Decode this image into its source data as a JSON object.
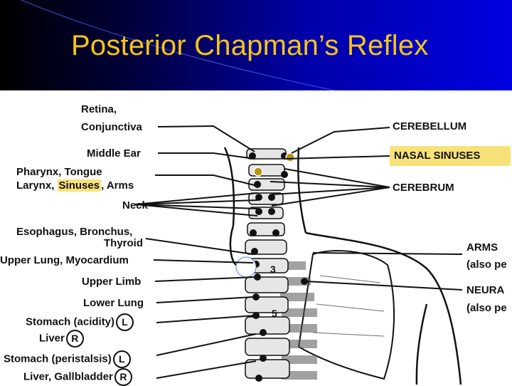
{
  "slide": {
    "title": "Posterior Chapman’s Reflex"
  },
  "colors": {
    "title_text": "#f5c518",
    "title_bg": "#0000c8",
    "highlight": "#f7e27a",
    "point_marker": "#b8960c"
  },
  "labels_left": {
    "retina": "Retina,",
    "conjunctiva": "Conjunctiva",
    "middle_ear": "Middle Ear",
    "pharynx_tongue": "Pharynx, Tongue",
    "larynx": "Larynx,",
    "sinuses": "Sinuses",
    "arms": ", Arms",
    "neck": "Neck",
    "esophagus_bronchus": "Esophagus, Bronchus,",
    "thyroid": "Thyroid",
    "upper_lung_myocardium": "Upper Lung, Myocardium",
    "upper_limb": "Upper Limb",
    "lower_lung": "Lower Lung",
    "stomach_acidity": "Stomach (acidity)",
    "liver": "Liver",
    "stomach_peristalsis": "Stomach (peristalsis)",
    "liver_gallbladder": "Liver, Gallbladder",
    "left_mark": "L",
    "right_mark": "R"
  },
  "labels_right": {
    "cerebellum": "CEREBELLUM",
    "nasal_sinuses": "NASAL SINUSES",
    "cerebrum": "CEREBRUM",
    "arms": "ARMS",
    "arms_note": "(also pe",
    "neura": "NEURA",
    "neura_note": "(also pe"
  },
  "vertebra_marks": {
    "t3": "3",
    "t5": "5"
  }
}
